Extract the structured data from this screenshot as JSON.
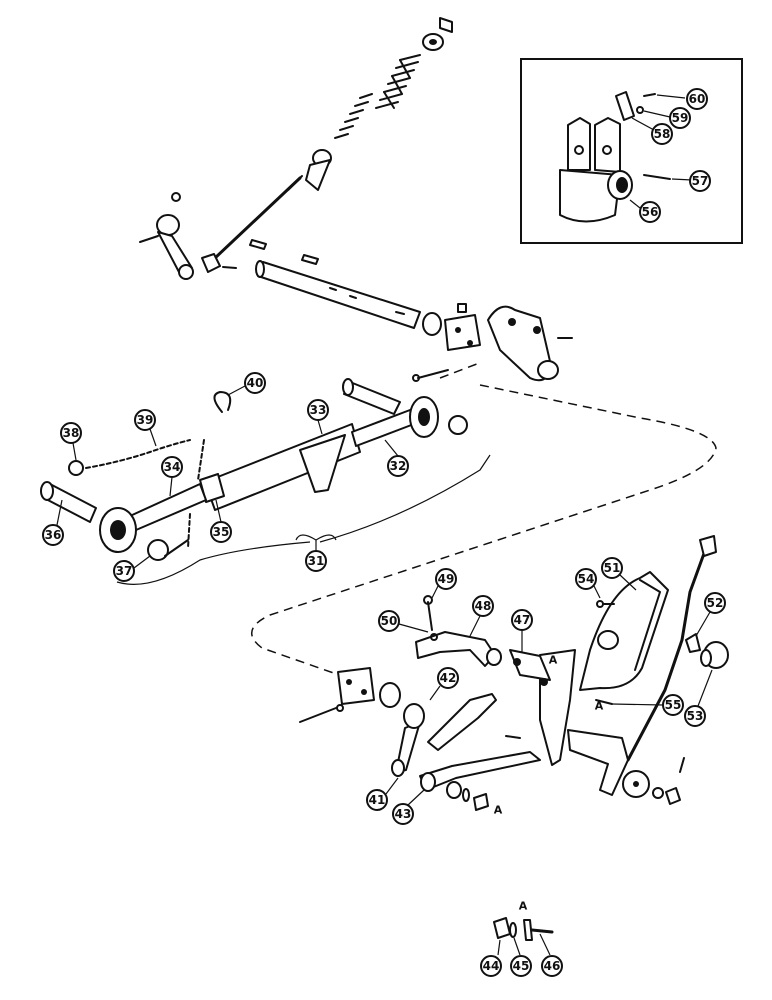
{
  "inset_labels": [
    "56",
    "57",
    "58",
    "59",
    "60"
  ],
  "main_labels": [
    "31",
    "32",
    "33",
    "34",
    "35",
    "36",
    "37",
    "38",
    "39",
    "40",
    "41",
    "42",
    "43",
    "47",
    "48",
    "49",
    "50",
    "51",
    "52",
    "53",
    "54",
    "55"
  ],
  "detail_labels": [
    "44",
    "45",
    "46"
  ],
  "reference_letter": "A"
}
